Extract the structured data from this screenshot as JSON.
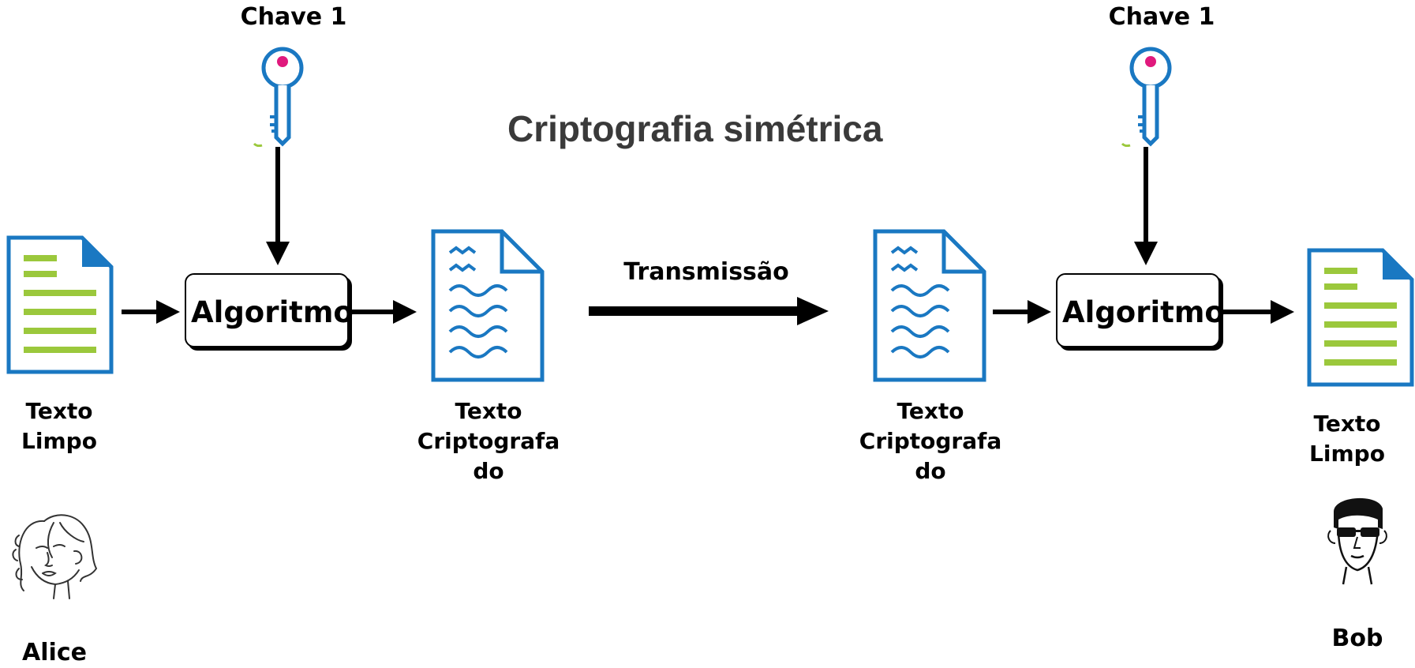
{
  "title": "Criptografia simétrica",
  "key_left": "Chave 1",
  "key_right": "Chave 1",
  "algo_left": "Algoritmo",
  "algo_right": "Algoritmo",
  "transmission": "Transmissão",
  "plain_left": {
    "line1": "Texto",
    "line2": "Limpo"
  },
  "cipher_left": {
    "line1": "Texto",
    "line2": "Criptografa",
    "line3": "do"
  },
  "cipher_right": {
    "line1": "Texto",
    "line2": "Criptografa",
    "line3": "do"
  },
  "plain_right": {
    "line1": "Texto",
    "line2": "Limpo"
  },
  "sender": "Alice",
  "receiver": "Bob",
  "colors": {
    "doc_blue": "#1a78c2",
    "text_green": "#9bc83c",
    "key_pink": "#e0197d",
    "title_gray": "#3a3a3a"
  }
}
